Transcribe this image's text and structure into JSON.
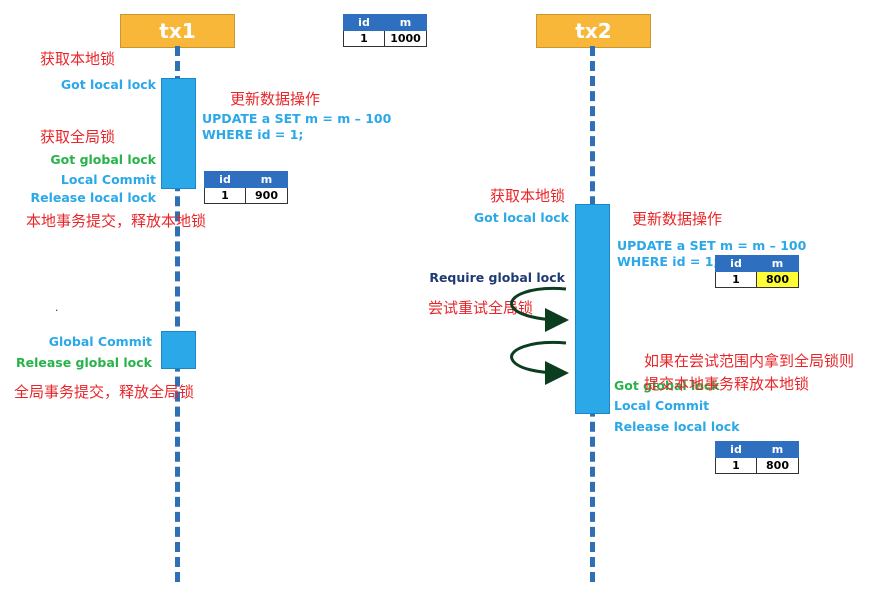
{
  "tx1": {
    "title": "tx1",
    "notes": {
      "acquire_local_cn": "获取本地锁",
      "got_local_lock": "Got local lock",
      "update_cn": "更新数据操作",
      "update_sql_1": "UPDATE a SET m = m – 100",
      "update_sql_2": "WHERE id = 1;",
      "acquire_global_cn": "获取全局锁",
      "got_global_lock": "Got global lock",
      "local_commit": "Local Commit",
      "release_local_lock": "Release local lock",
      "local_commit_cn": "本地事务提交，释放本地锁",
      "global_commit": "Global Commit",
      "release_global_lock": "Release global lock",
      "global_commit_cn": "全局事务提交，释放全局锁"
    },
    "table_after": {
      "headers": [
        "id",
        "m"
      ],
      "row": [
        "1",
        "900"
      ]
    }
  },
  "initial_table": {
    "headers": [
      "id",
      "m"
    ],
    "row": [
      "1",
      "1000"
    ]
  },
  "stray_dot": ".",
  "tx2": {
    "title": "tx2",
    "notes": {
      "acquire_local_cn": "获取本地锁",
      "got_local_lock": "Got local lock",
      "update_cn": "更新数据操作",
      "update_sql_1": "UPDATE a SET m = m – 100",
      "update_sql_2": "WHERE id = 1;",
      "require_global_lock": "Require global lock",
      "retry_cn": "尝试重试全局锁",
      "if_success_cn_1": "如果在尝试范围内拿到全局锁则",
      "if_success_cn_2": "提交本地事务释放本地锁",
      "got_global_lock": "Got global lock",
      "local_commit": "Local Commit",
      "release_local_lock": "Release local lock"
    },
    "table_during": {
      "headers": [
        "id",
        "m"
      ],
      "row": [
        "1",
        "800"
      ],
      "highlight_color": "#ffff33"
    },
    "table_after": {
      "headers": [
        "id",
        "m"
      ],
      "row": [
        "1",
        "800"
      ]
    }
  },
  "colors": {
    "header_fill": "#f9b73a",
    "lifeline": "#2f6fb6",
    "bar": "#2aa8e8",
    "red_text": "#e8262a",
    "green_text": "#27b34a",
    "table_header": "#2e6fbf",
    "retry_arrow": "#0b3d1f"
  }
}
